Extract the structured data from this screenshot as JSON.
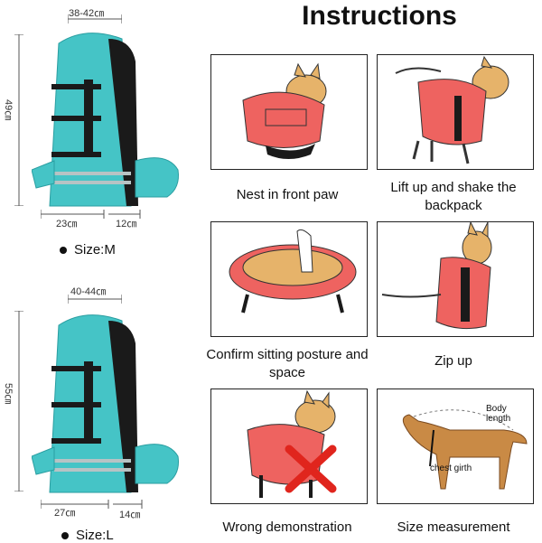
{
  "title": "Instructions",
  "products": [
    {
      "size_label": "Size:M",
      "top_width": "38-42㎝",
      "height": "49㎝",
      "bottom_width": "23㎝",
      "depth": "12㎝"
    },
    {
      "size_label": "Size:L",
      "top_width": "40-44㎝",
      "height": "55㎝",
      "bottom_width": "27㎝",
      "depth": "14㎝"
    }
  ],
  "steps": [
    {
      "caption": "Nest in front paw"
    },
    {
      "caption": "Lift up and shake the backpack"
    },
    {
      "caption": "Confirm sitting posture and space"
    },
    {
      "caption": "Zip up"
    },
    {
      "caption": "Wrong demonstration"
    },
    {
      "caption": "Size measurement"
    }
  ],
  "measurement": {
    "body_length": "Body length",
    "chest_girth": "chest girth"
  },
  "colors": {
    "teal": "#45c4c6",
    "dark_teal": "#2a9ea1",
    "black": "#1a1a1a",
    "reflective": "#b7c3c4",
    "dog_tan": "#e6b36a",
    "bag_red": "#ee6360",
    "wrong_x": "#e0251d"
  },
  "icons": [
    "backpack-illustration",
    "dog-illustration",
    "red-x-icon"
  ]
}
